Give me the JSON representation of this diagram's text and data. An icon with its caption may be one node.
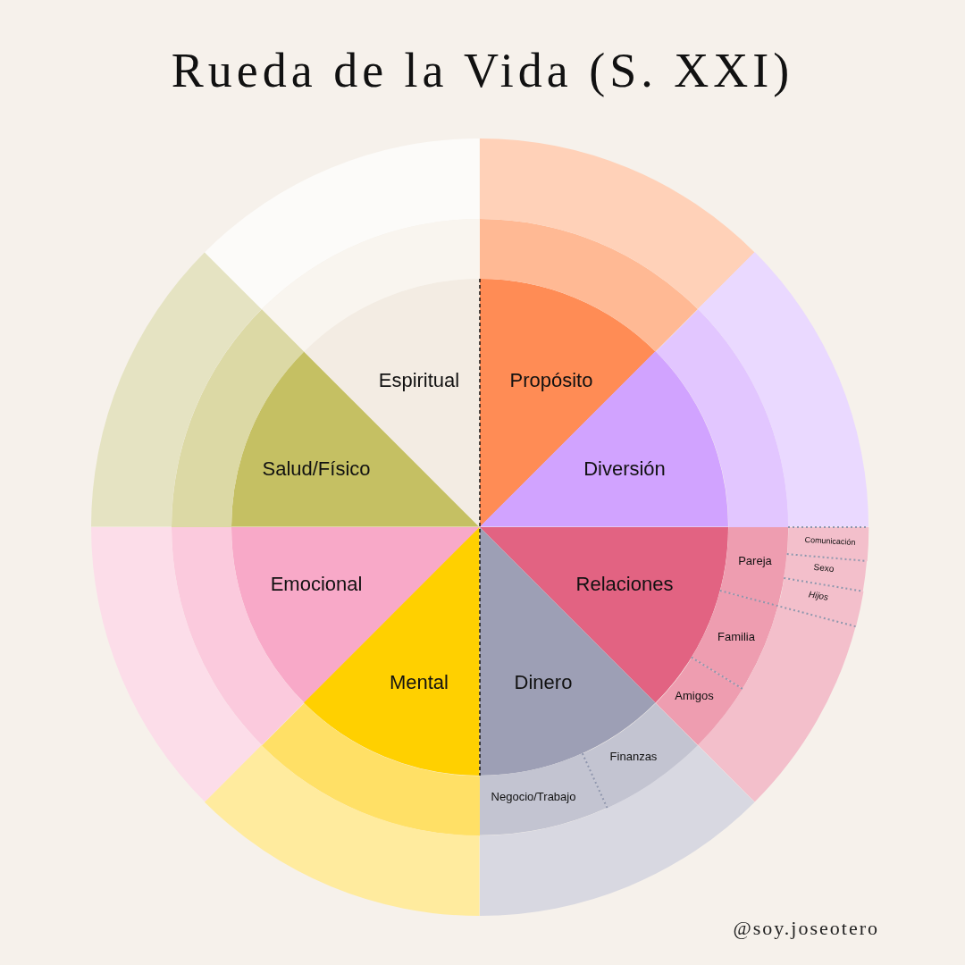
{
  "diagram": {
    "title": "Rueda de la Vida (S. XXI)",
    "nodes": [
      {
        "text": [
          "Espiritual"
        ]
      },
      {
        "text": [
          "Propósito"
        ]
      },
      {
        "text": [
          "Salud/Físico"
        ]
      },
      {
        "text": [
          "Diversión"
        ]
      },
      {
        "text": [
          "Emocional"
        ]
      },
      {
        "text": [
          "Relaciones"
        ]
      },
      {
        "text": [
          "Pareja"
        ]
      },
      {
        "text": [
          "Comunicación"
        ]
      },
      {
        "text": [
          "Sexo"
        ]
      },
      {
        "text": [
          "Hijos"
        ]
      },
      {
        "text": [
          "Familia"
        ]
      },
      {
        "text": [
          "Mental"
        ]
      },
      {
        "text": [
          "Dinero"
        ]
      },
      {
        "text": [
          "Amigos"
        ]
      },
      {
        "text": [
          "Finanzas"
        ]
      },
      {
        "text": [
          "Negocio/Trabajo"
        ]
      },
      {
        "text": [],
        "shape": "arc"
      },
      {
        "text": [],
        "shape": "arc"
      },
      {
        "text": [],
        "shape": "arc"
      },
      {
        "text": [],
        "shape": "arc"
      },
      {
        "text": [],
        "shape": "arc"
      },
      {
        "text": [],
        "shape": "arc"
      },
      {
        "text": [],
        "shape": "arc"
      },
      {
        "text": [],
        "shape": "arc"
      },
      {
        "text": [],
        "shape": "arc"
      },
      {
        "text": [],
        "shape": "arc"
      },
      {
        "text": [],
        "shape": "arc"
      },
      {
        "text": [],
        "shape": "arc"
      },
      {
        "text": [],
        "shape": "arc"
      },
      {
        "text": [],
        "shape": "arc"
      }
    ],
    "labels": [
      "@soy.joseotero"
    ]
  }
}
